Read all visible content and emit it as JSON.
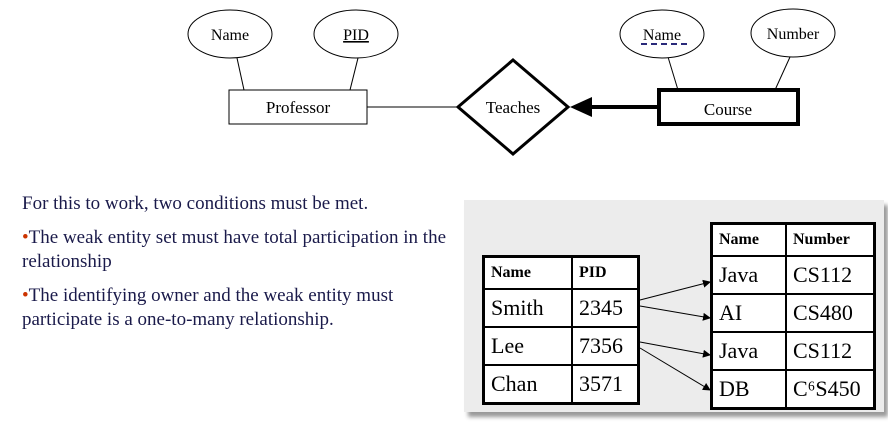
{
  "er": {
    "professor": {
      "label": "Professor",
      "attrs": [
        "Name",
        "PID"
      ]
    },
    "course": {
      "label": "Course",
      "attrs": [
        "Name",
        "Number"
      ]
    },
    "relationship": "Teaches"
  },
  "text": {
    "intro": "For this to work, two conditions must be met.",
    "bullets": [
      "The weak entity set must have total participation in the relationship",
      "The identifying owner and the weak entity must participate is a one-to-many relationship."
    ]
  },
  "professor_table": {
    "headers": [
      "Name",
      "PID"
    ],
    "rows": [
      [
        "Smith",
        "2345"
      ],
      [
        "Lee",
        "7356"
      ],
      [
        "Chan",
        "3571"
      ]
    ]
  },
  "course_table": {
    "headers": [
      "Name",
      "Number"
    ],
    "rows": [
      [
        "Java",
        "CS112"
      ],
      [
        "AI",
        "CS480"
      ],
      [
        "Java",
        "CS112"
      ],
      [
        "DB",
        "C⁶S450"
      ]
    ]
  }
}
